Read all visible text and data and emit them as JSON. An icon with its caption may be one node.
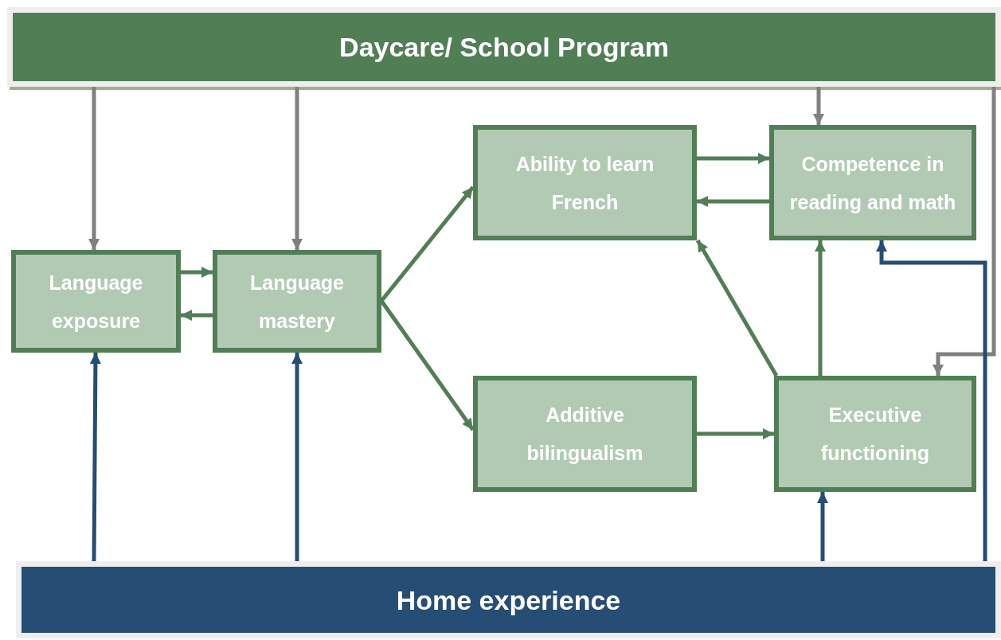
{
  "diagram": {
    "nodes": [
      {
        "text": [
          "Daycare/ School Program"
        ]
      },
      {
        "text": [
          "Language exposure"
        ]
      },
      {
        "text": [
          "Language mastery"
        ]
      },
      {
        "text": [
          "Ability to learn French"
        ]
      },
      {
        "text": [
          "Competence in reading and math"
        ]
      },
      {
        "text": [
          "Additive bilingualism"
        ]
      },
      {
        "text": [
          "Executive functioning"
        ]
      },
      {
        "text": [
          "Home experience"
        ]
      }
    ],
    "edges": [
      {
        "from": 0,
        "to": 1,
        "arrow": "to",
        "color": "#808080"
      },
      {
        "from": 0,
        "to": 2,
        "arrow": "to",
        "color": "#808080"
      },
      {
        "from": 0,
        "to": 4,
        "arrow": "to",
        "color": "#808080"
      },
      {
        "from": 0,
        "to": 6,
        "arrow": "to",
        "color": "#808080"
      },
      {
        "from": 1,
        "to": 2,
        "arrow": "to"
      },
      {
        "from": 2,
        "to": 1,
        "arrow": "to"
      },
      {
        "from": 2,
        "to": 3,
        "arrow": "to"
      },
      {
        "from": 2,
        "to": 5,
        "arrow": "to"
      },
      {
        "from": 3,
        "to": 4,
        "arrow": "to"
      },
      {
        "from": 4,
        "to": 3,
        "arrow": "to"
      },
      {
        "from": 5,
        "to": 6,
        "arrow": "to"
      },
      {
        "from": 6,
        "to": 3,
        "arrow": "to"
      },
      {
        "from": 6,
        "to": 4,
        "arrow": "to"
      },
      {
        "from": 7,
        "to": 1,
        "arrow": "to",
        "color": "#264d73"
      },
      {
        "from": 7,
        "to": 2,
        "arrow": "to",
        "color": "#264d73"
      },
      {
        "from": 7,
        "to": 6,
        "arrow": "to",
        "color": "#264d73"
      },
      {
        "from": 7,
        "to": 4,
        "arrow": "to",
        "color": "#264d73"
      }
    ]
  }
}
